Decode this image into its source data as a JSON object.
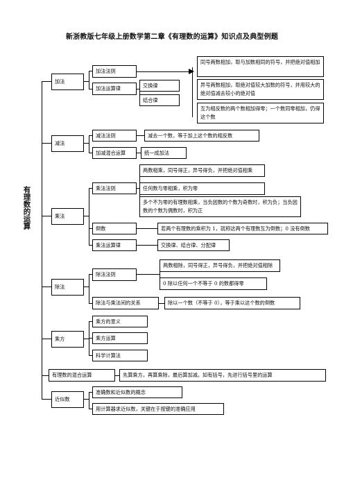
{
  "title": "新浙教版七年级上册数学第二章《有理数的运算》知识点及典型例题",
  "root": "有理数的运算",
  "jiafa": {
    "label": "加法",
    "rule": "加法法则",
    "law": "加法运算律",
    "commutative": "交换律",
    "associative": "结合律",
    "rule1": "同号两数相加，取与加数相同的符号，并把绝对值相加",
    "rule2": "异号两数相加，取绝对值较大加数的符号，并用较大的绝对值减去较小的绝对值",
    "rule3": "互为相反数的两个数相加得零；一个数同零相加，仍得这个数"
  },
  "jianfa": {
    "label": "减法",
    "rule": "减法法则",
    "rule_text": "减去一个数，等于加上这个数的相反数",
    "mixed": "加减混合运算",
    "mixed_text": "统一成加法"
  },
  "chengfa": {
    "label": "乘法",
    "rule": "乘法法则",
    "rule1": "两数相乘，同号得正，异号得负，并把绝对值相乘",
    "rule2": "任何数与零相乘，积为零",
    "rule3": "多个不为零的有理数相乘，当负因数的个数为奇数时，积为负；当负因数的个数为偶数时，积为正",
    "reciprocal": "倒数",
    "reciprocal_text": "若两个有理数的乘积为 1，就称这两个有理数互为倒数；0 没有倒数",
    "law": "乘法运算律",
    "law_text": "交换律、结合律、分配律"
  },
  "chufa": {
    "label": "除法",
    "rule": "除法法则",
    "rule1": "两数相除，同号得正，异号得负，并把绝对值相除",
    "rule2": "0 除以任何一个不等于 0 的数都得零",
    "relation": "除法与乘法间的关系",
    "relation_text": "除以一个数（不等于 0），等于乘以这个数的倒数"
  },
  "chengfang": {
    "label": "乘方",
    "meaning": "乘方的意义",
    "operation": "乘方运算",
    "scientific": "科学计算法"
  },
  "mixed": {
    "label": "有理数的混合运算",
    "text": "先算乘方，再算乘除，最后算加减。如有括号，先进行括号里的运算"
  },
  "approx": {
    "label": "近似数",
    "concept": "准确数和近似数的概念",
    "calculator": "用计算器求近似数，关键在于按键的准确应用"
  }
}
